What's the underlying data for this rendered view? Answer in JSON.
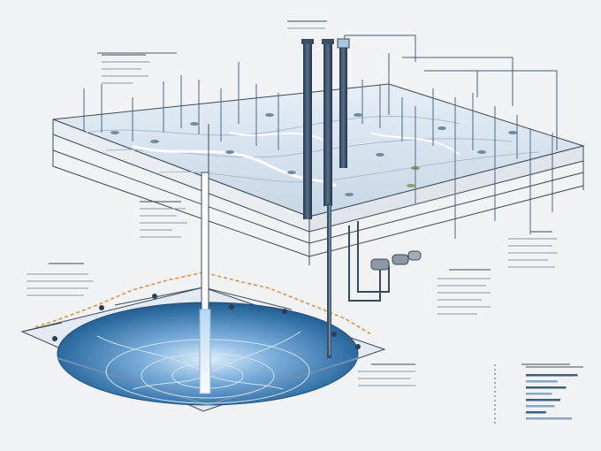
{
  "illustration": {
    "subject": "groundwater-well-cross-section",
    "palette": {
      "background": "#f1f2f3",
      "line": "#3b4a5a",
      "water_dark": "#2f6ea3",
      "water_light": "#9cc3e4",
      "accent_orange": "#e08a3c",
      "pipe": "#394b60"
    }
  },
  "callouts": {
    "top_left": {
      "lines": 4
    },
    "left_middle": {
      "lines": 4
    },
    "left_lower": {
      "lines": 5
    },
    "right_middle": {
      "lines": 5
    },
    "right_lower": {
      "lines": 3
    },
    "bottom_center": {
      "lines": 3
    }
  },
  "side_bar_chart": {
    "bars": [
      0.9,
      0.55,
      0.7,
      0.45,
      0.6,
      0.5,
      0.35,
      0.8
    ]
  }
}
